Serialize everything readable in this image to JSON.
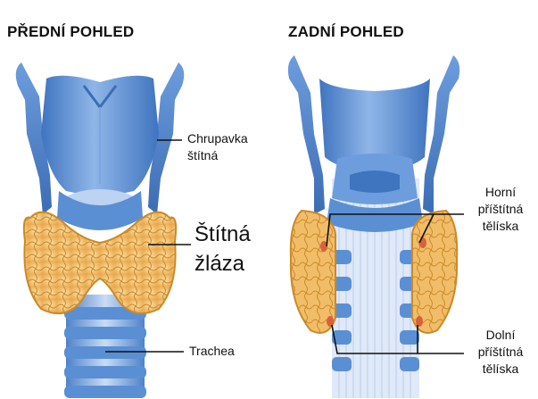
{
  "headings": {
    "front": "PŘEDNÍ POHLED",
    "back": "ZADNÍ POHLED"
  },
  "labels": {
    "cartilage": {
      "line1": "Chrupavka",
      "line2": "štítná"
    },
    "thyroid": {
      "line1": "Štítná",
      "line2": "žláza"
    },
    "trachea": "Trachea",
    "upper_parathyroid": {
      "line1": "Horní",
      "line2": "příštítná",
      "line3": "tělíska"
    },
    "lower_parathyroid": {
      "line1": "Dolní",
      "line2": "příštítná",
      "line3": "tělíska"
    }
  },
  "colors": {
    "cartilage_blue": "#5b8fd4",
    "cartilage_light": "#a9c8ee",
    "gland_orange": "#f4c06a",
    "gland_outline": "#c98a2a",
    "parathyroid_red": "#d9603a",
    "leader_line": "#111111"
  }
}
